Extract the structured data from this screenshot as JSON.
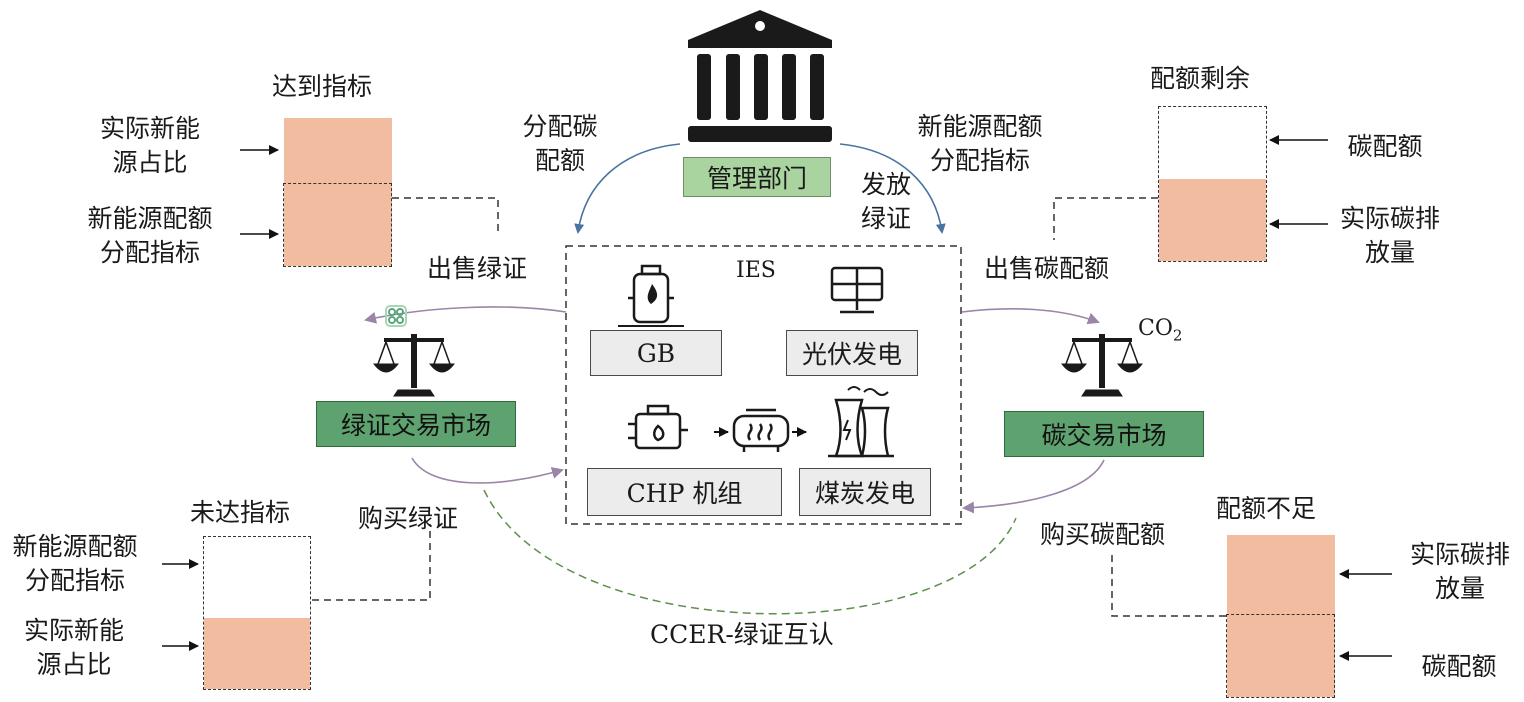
{
  "center": {
    "gov_label": "管理部门",
    "ies_label": "IES",
    "gb_label": "GB",
    "pv_label": "光伏发电",
    "chp_label": "CHP 机组",
    "coal_label": "煤炭发电",
    "allocate_carbon": [
      "分配碳",
      "配额"
    ],
    "allocate_renewable": [
      "新能源配额",
      "分配指标"
    ],
    "issue_green_cert": [
      "发放",
      "绿证"
    ]
  },
  "left": {
    "market_label": "绿证交易市场",
    "sell_label": "出售绿证",
    "buy_label": "购买绿证",
    "top_title": "达到指标",
    "top_actual": [
      "实际新能",
      "源占比"
    ],
    "top_quota": [
      "新能源配额",
      "分配指标"
    ],
    "bottom_title": "未达指标",
    "bottom_quota": [
      "新能源配额",
      "分配指标"
    ],
    "bottom_actual": [
      "实际新能",
      "源占比"
    ]
  },
  "right": {
    "market_label": "碳交易市场",
    "co2_label": "CO",
    "co2_sub": "2",
    "sell_label": "出售碳配额",
    "buy_label": "购买碳配额",
    "top_title": "配额剩余",
    "top_quota": "碳配额",
    "top_actual": [
      "实际碳排",
      "放量"
    ],
    "bottom_title": "配额不足",
    "bottom_actual": [
      "实际碳排",
      "放量"
    ],
    "bottom_quota": "碳配额"
  },
  "mutual_recognition": "CCER-绿证互认",
  "colors": {
    "bar_fill": "#f2bca0",
    "market_green": "#5ea36f",
    "gov_green": "#a9d4a0",
    "unit_gray": "#ececec",
    "blue_arrow": "#4a74a0",
    "purple_arrow": "#9a86a8",
    "ccer_dash": "#5f8f4e"
  }
}
